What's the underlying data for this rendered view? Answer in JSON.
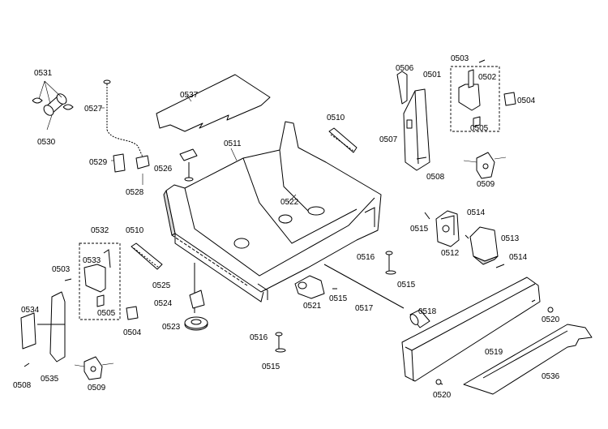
{
  "labels": {
    "p0531": "0531",
    "p0530": "0530",
    "p0527": "0527",
    "p0529": "0529",
    "p0528": "0528",
    "p0537": "0537",
    "p0526": "0526",
    "p0511": "0511",
    "p0510a": "0510",
    "p0522": "0522",
    "p0506": "0506",
    "p0503a": "0503",
    "p0501": "0501",
    "p0502": "0502",
    "p0504a": "0504",
    "p0505a": "0505",
    "p0507": "0507",
    "p0508a": "0508",
    "p0509a": "0509",
    "p0532": "0532",
    "p0510b": "0510",
    "p0503b": "0503",
    "p0533": "0533",
    "p0505b": "0505",
    "p0504b": "0504",
    "p0534": "0534",
    "p0535": "0535",
    "p0508b": "0508",
    "p0509b": "0509",
    "p0525": "0525",
    "p0524": "0524",
    "p0523": "0523",
    "p0516a": "0516",
    "p0515a": "0515",
    "p0516b": "0516",
    "p0515b": "0515",
    "p0521": "0521",
    "p0515c": "0515",
    "p0517": "0517",
    "p0518": "0518",
    "p0515d": "0515",
    "p0514a": "0514",
    "p0512": "0512",
    "p0513": "0513",
    "p0514b": "0514",
    "p0519": "0519",
    "p0520a": "0520",
    "p0536": "0536",
    "p0520b": "0520",
    "p0516c": "0516",
    "p0515e": "0515"
  }
}
